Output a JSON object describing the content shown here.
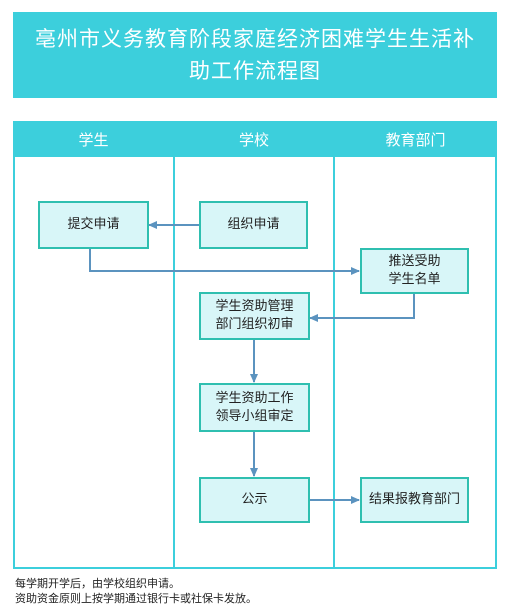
{
  "title": "亳州市义务教育阶段家庭经济困难学生生活补助工作流程图",
  "lanes": [
    "学生",
    "学校",
    "教育部门"
  ],
  "nodes": {
    "submit": "提交申请",
    "organize": "组织申请",
    "push": "推送受助\n学生名单",
    "review": "学生资助管理\n部门组织初审",
    "approve": "学生资助工作\n领导小组审定",
    "publicize": "公示",
    "report": "结果报教育部门"
  },
  "notes": [
    "每学期开学后，由学校组织申请。",
    "资助资金原则上按学期通过银行卡或社保卡发放。"
  ],
  "colors": {
    "accent": "#3ccfdc",
    "node_fill": "#d8f6f8",
    "node_border": "#2fbfb0",
    "arrow": "#5b93bf"
  }
}
